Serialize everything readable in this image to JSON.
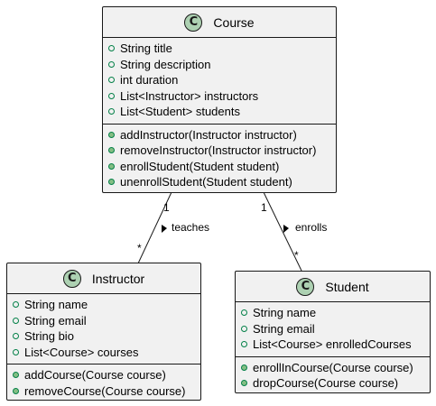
{
  "classes": {
    "course": {
      "name": "Course",
      "icon": "C",
      "fields": [
        "String title",
        "String description",
        "int duration",
        "List<Instructor> instructors",
        "List<Student> students"
      ],
      "methods": [
        "addInstructor(Instructor instructor)",
        "removeInstructor(Instructor instructor)",
        "enrollStudent(Student student)",
        "unenrollStudent(Student student)"
      ]
    },
    "instructor": {
      "name": "Instructor",
      "icon": "C",
      "fields": [
        "String name",
        "String email",
        "String bio",
        "List<Course> courses"
      ],
      "methods": [
        "addCourse(Course course)",
        "removeCourse(Course course)"
      ]
    },
    "student": {
      "name": "Student",
      "icon": "C",
      "fields": [
        "String name",
        "String email",
        "List<Course> enrolledCourses"
      ],
      "methods": [
        "enrollInCourse(Course course)",
        "dropCourse(Course course)"
      ]
    }
  },
  "links": {
    "teaches": {
      "label": "teaches",
      "from_mult": "1",
      "to_mult": "*"
    },
    "enrolls": {
      "label": "enrolls",
      "from_mult": "1",
      "to_mult": "*"
    }
  },
  "colors": {
    "class_bg": "#f1f1f1",
    "border": "#181818",
    "class_icon": "#add1b2",
    "visibility": "#84be84"
  }
}
